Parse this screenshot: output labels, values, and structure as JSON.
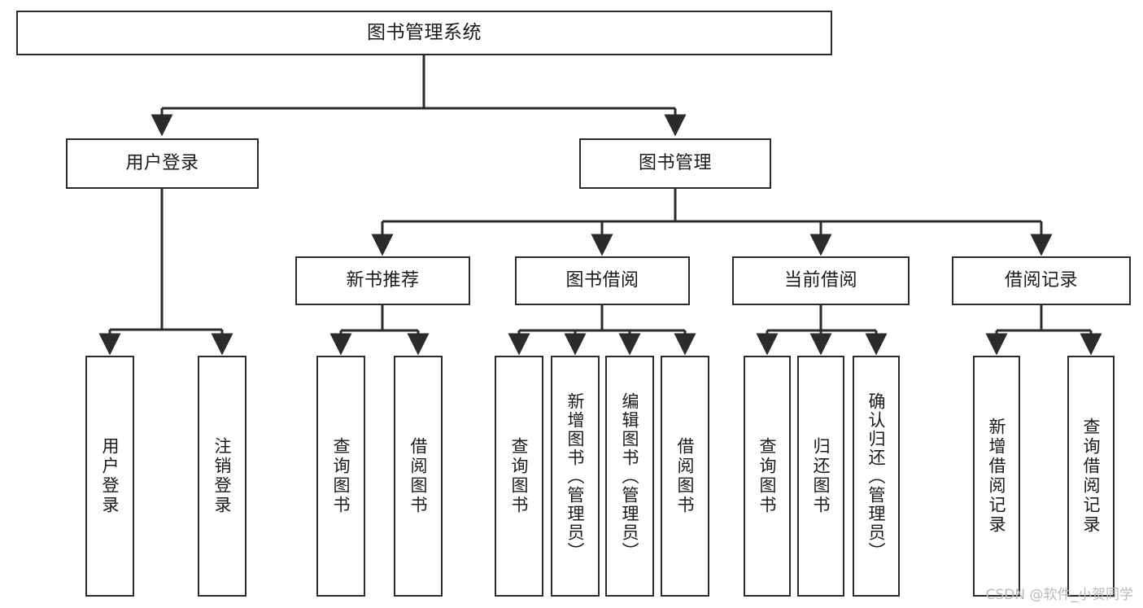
{
  "diagram": {
    "title": "图书管理系统",
    "type": "功能结构图",
    "watermark": "CSDN @软件_小贺同学",
    "colors": {
      "box_border": "#2b2b2b",
      "box_fill": "#ffffff",
      "connector": "#2b2b2b",
      "text": "#1a1a1a",
      "watermark": "#b9b9b9",
      "background": "#ffffff"
    },
    "root": {
      "id": "root",
      "label": "图书管理系统"
    },
    "level2": [
      {
        "id": "user-login",
        "label": "用户登录"
      },
      {
        "id": "book-manage",
        "label": "图书管理"
      }
    ],
    "level3": [
      {
        "id": "new-book-rec",
        "label": "新书推荐"
      },
      {
        "id": "book-borrow",
        "label": "图书借阅"
      },
      {
        "id": "current-borrow",
        "label": "当前借阅"
      },
      {
        "id": "borrow-record",
        "label": "借阅记录"
      }
    ],
    "leaves": {
      "user_login": [
        {
          "id": "leaf-user-login",
          "label": "用户登录"
        },
        {
          "id": "leaf-logout",
          "label": "注销登录"
        }
      ],
      "new_book_rec": [
        {
          "id": "leaf-query-book-1",
          "label": "查询图书"
        },
        {
          "id": "leaf-borrow-book-1",
          "label": "借阅图书"
        }
      ],
      "book_borrow": [
        {
          "id": "leaf-query-book-2",
          "label": "查询图书"
        },
        {
          "id": "leaf-add-book",
          "label": "新增图书（管理员）"
        },
        {
          "id": "leaf-edit-book",
          "label": "编辑图书（管理员）"
        },
        {
          "id": "leaf-borrow-book-2",
          "label": "借阅图书"
        }
      ],
      "current_borrow": [
        {
          "id": "leaf-query-book-3",
          "label": "查询图书"
        },
        {
          "id": "leaf-return-book",
          "label": "归还图书"
        },
        {
          "id": "leaf-confirm-return",
          "label": "确认归还（管理员）"
        }
      ],
      "borrow_record": [
        {
          "id": "leaf-add-record",
          "label": "新增借阅记录"
        },
        {
          "id": "leaf-query-record",
          "label": "查询借阅记录"
        }
      ]
    }
  }
}
